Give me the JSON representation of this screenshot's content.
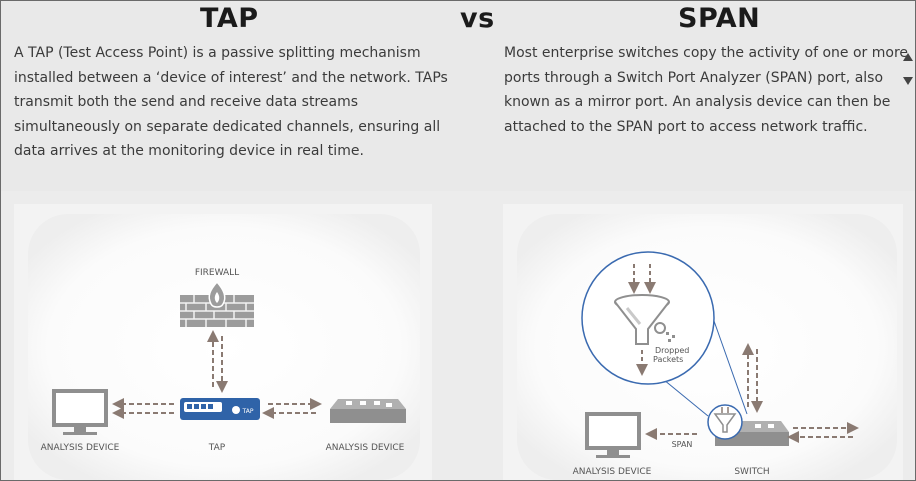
{
  "titles": {
    "tap": "TAP",
    "vs": "vs",
    "span": "SPAN"
  },
  "descriptions": {
    "tap": "A TAP (Test Access Point) is a passive splitting mechanism installed between a ‘device of interest’ and the network. TAPs transmit both the send and receive data streams simultaneously on separate dedicated channels, ensuring all data arrives at the monitoring device in real time.",
    "span": "Most enterprise switches copy the activity of one or more ports through a Switch Port Analyzer (SPAN) port, also known as a mirror port. An analysis device can then be attached to the SPAN port to access network traffic."
  },
  "tap_diagram": {
    "firewall_label": "FIREWALL",
    "left_device_label": "ANALYSIS DEVICE",
    "tap_label": "TAP",
    "right_device_label": "ANALYSIS DEVICE",
    "tap_badge": "TAP"
  },
  "span_diagram": {
    "dropped_label_line1": "Dropped",
    "dropped_label_line2": "Packets",
    "span_label": "SPAN",
    "device_label": "ANALYSIS DEVICE",
    "switch_label": "SWITCH"
  },
  "colors": {
    "arrow": "#8a7a72",
    "tap_blue": "#2f63a8",
    "zoom_line": "#3a6ab0",
    "firewall_brick": "#9a9a9a",
    "flame": "#ffffff"
  }
}
